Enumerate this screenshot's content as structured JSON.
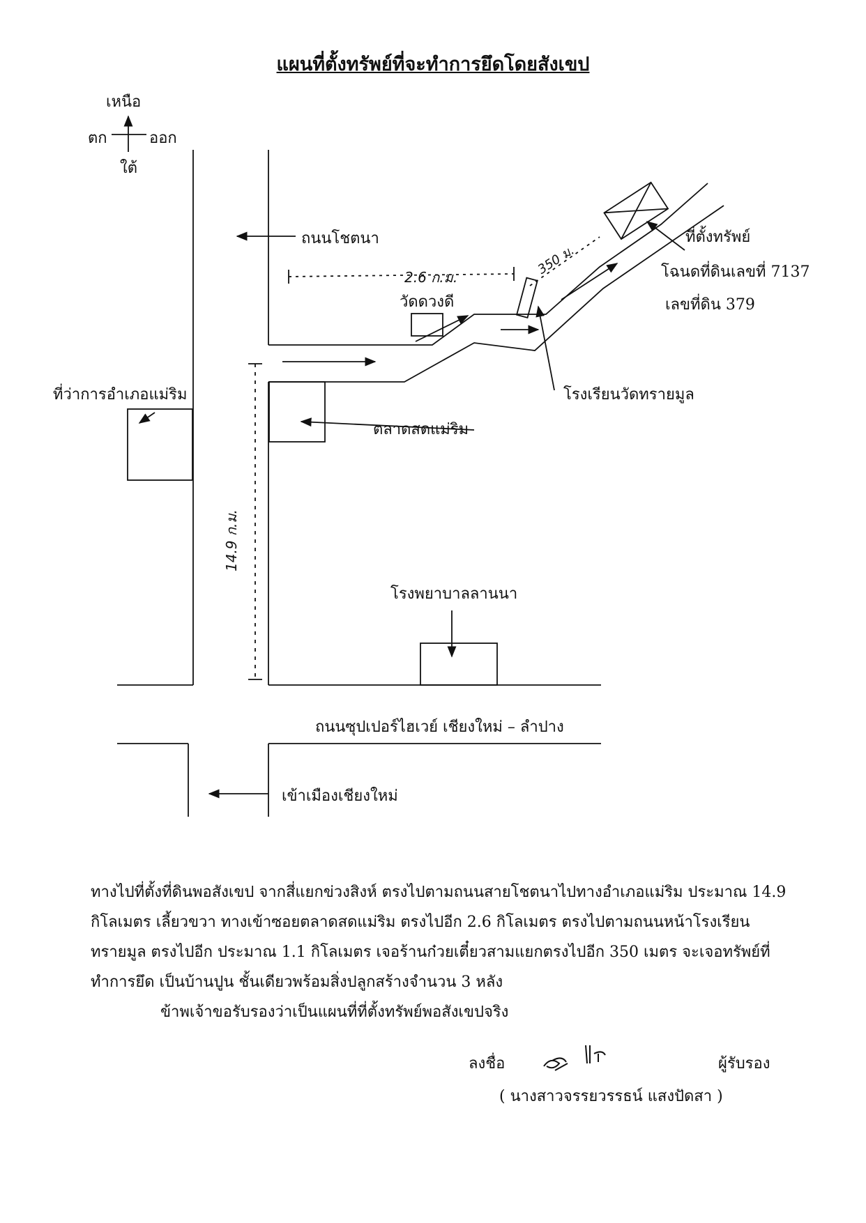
{
  "title": "แผนที่ตั้งทรัพย์ที่จะทำการยึดโดยสังเขป",
  "compass": {
    "north": "เหนือ",
    "west": "ตก",
    "east": "ออก",
    "south": "ใต้"
  },
  "labels": {
    "road_chotana": "ถนนโชตนา",
    "wat_duangdi": "วัดดวงดี",
    "property": "ที่ตั้งทรัพย์",
    "deed": "โฉนดที่ดินเลขที่ 7137",
    "land_no": "เลขที่ดิน 379",
    "district_office": "ที่ว่าการอำเภอแม่ริม",
    "school": "โรงเรียนวัดทรายมูล",
    "market": "ตลาดสดแม่ริม",
    "hospital": "โรงพยาบาลลานนา",
    "superhighway": "ถนนซุปเปอร์ไฮเวย์ เชียงใหม่ – ลำปาง",
    "to_city": "เข้าเมืองเชียงใหม่"
  },
  "hand_notes": {
    "dist_2_6": "2.6 ก.ม.",
    "dist_350": "350 ม.",
    "dist_14_9": "14.9 ก.ม."
  },
  "directions": [
    "ทางไปที่ตั้งที่ดินพอสังเขป  จากสี่แยกข่วงสิงห์ ตรงไปตามถนนสายโชตนาไปทางอำเภอแม่ริม ประมาณ 14.9",
    "กิโลเมตร  เลี้ยวขวา   ทางเข้าซอยตลาดสดแม่ริม ตรงไปอีก  2.6  กิโลเมตร ตรงไปตามถนนหน้าโรงเรียน",
    "ทรายมูล ตรงไปอีก ประมาณ 1.1  กิโลเมตร  เจอร้านก๋วยเตี๋ยวสามแยกตรงไปอีก  350 เมตร จะเจอทรัพย์ที่",
    "ทำการยึด เป็นบ้านปูน  ชั้นเดียวพร้อมสิ่งปลูกสร้างจำนวน 3  หลัง"
  ],
  "certification": "ข้าพเจ้าขอรับรองว่าเป็นแผนที่ที่ตั้งทรัพย์พอสังเขปจริง",
  "signature": {
    "sign_label": "ลงชื่อ",
    "certifier_label": "ผู้รับรอง",
    "name": "( นางสาวจรรยวรรธน์ แสงปัดสา )"
  }
}
